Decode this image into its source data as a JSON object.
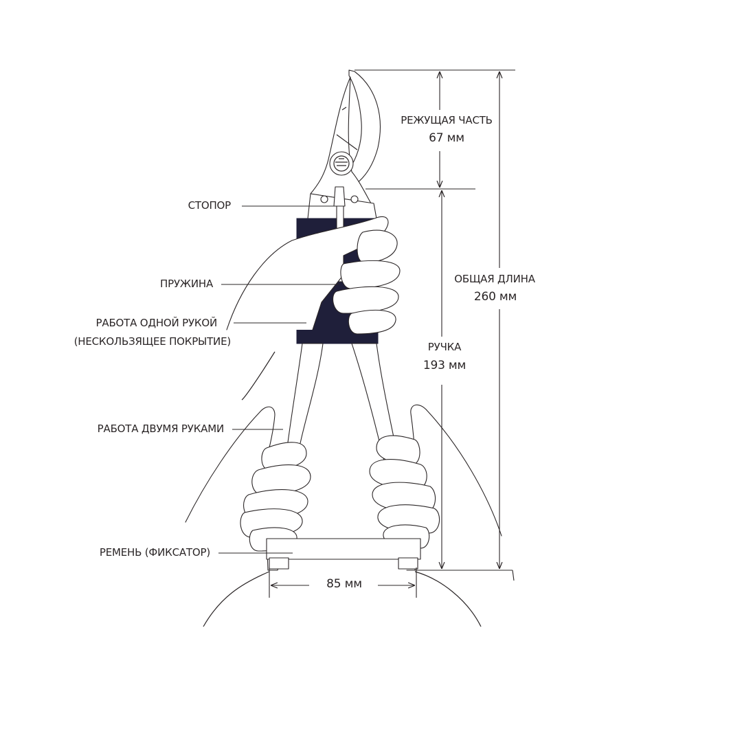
{
  "labels": {
    "stopper": "СТОПОР",
    "spring": "ПРУЖИНА",
    "one_hand_line1": "РАБОТА ОДНОЙ РУКОЙ",
    "one_hand_line2": "(НЕСКОЛЬЗЯЩЕЕ ПОКРЫТИЕ)",
    "two_hands": "РАБОТА ДВУМЯ РУКАМИ",
    "strap": "РЕМЕНЬ (ФИКСАТОР)"
  },
  "dimensions": {
    "cutting": {
      "label": "РЕЖУЩАЯ ЧАСТЬ",
      "value": "67 мм"
    },
    "total": {
      "label": "ОБЩАЯ ДЛИНА",
      "value": "260 мм"
    },
    "handle": {
      "label": "РУЧКА",
      "value": "193 мм"
    },
    "width": {
      "value": "85 мм"
    }
  },
  "colors": {
    "line": "#2a2526",
    "grip": "#1f1f3a",
    "background": "#ffffff"
  }
}
